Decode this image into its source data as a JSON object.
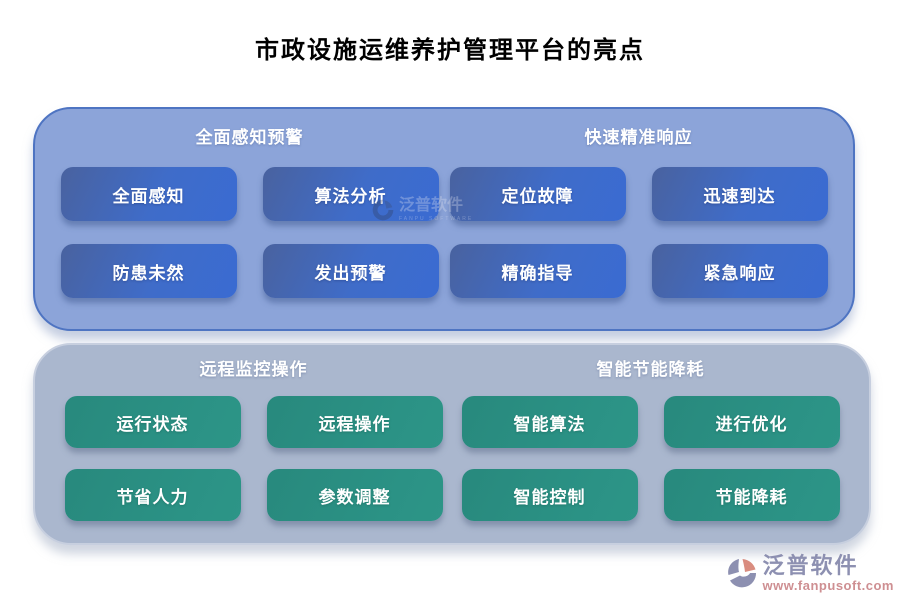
{
  "title": "市政设施运维养护管理平台的亮点",
  "panels": [
    {
      "id": "top",
      "sections": [
        {
          "header": "全面感知预警",
          "buttons": [
            "全面感知",
            "算法分析",
            "防患未然",
            "发出预警"
          ]
        },
        {
          "header": "快速精准响应",
          "buttons": [
            "定位故障",
            "迅速到达",
            "精确指导",
            "紧急响应"
          ]
        }
      ]
    },
    {
      "id": "bottom",
      "sections": [
        {
          "header": "远程监控操作",
          "buttons": [
            "运行状态",
            "远程操作",
            "节省人力",
            "参数调整"
          ]
        },
        {
          "header": "智能节能降耗",
          "buttons": [
            "智能算法",
            "进行优化",
            "智能控制",
            "节能降耗"
          ]
        }
      ]
    }
  ],
  "watermark": {
    "text": "泛普软件",
    "subtext": "FANPU SOFTWARE"
  },
  "branding": {
    "name": "泛普软件",
    "url": "www.fanpusoft.com"
  },
  "colors": {
    "title": "#000000",
    "panel_top_bg": "#8CA4D9",
    "panel_top_border": "#4E74C2",
    "blue_button": "#3C6CD0",
    "panel_bottom_bg": "#AAB7CE",
    "panel_bottom_border": "#C7CFDF",
    "green_button": "#2A9083",
    "brand_text": "#8D90B1",
    "brand_url": "#CE8F92"
  }
}
